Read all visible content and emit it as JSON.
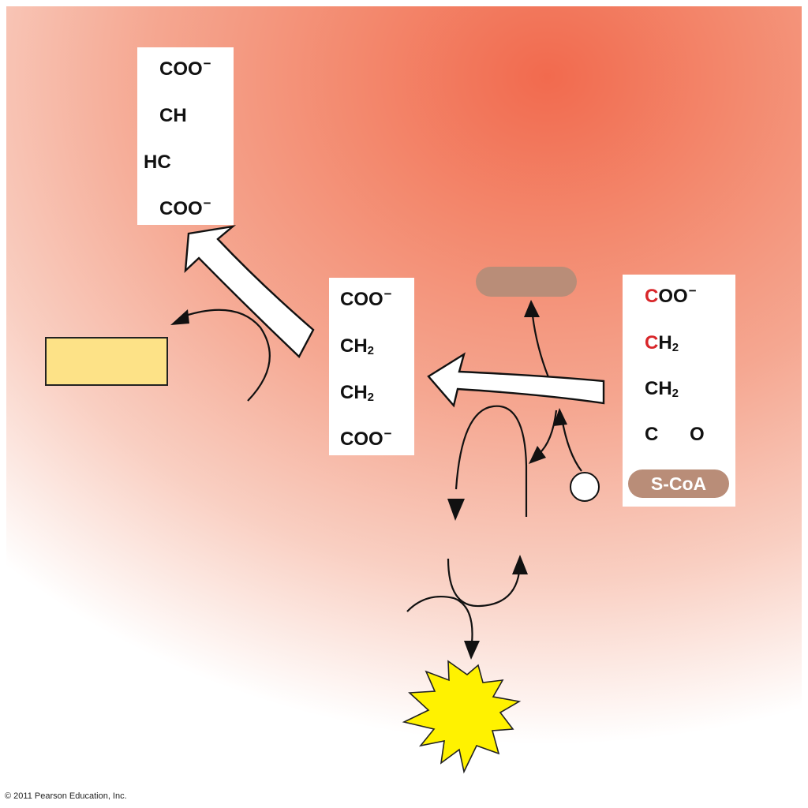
{
  "fumarate": {
    "top": "COO",
    "top_charge": "−",
    "ch": "CH",
    "hc": "HC",
    "bottom": "COO",
    "bottom_charge": "−"
  },
  "succinate": {
    "top": "COO",
    "top_charge": "−",
    "ch2_a": "CH",
    "ch2_a_sub": "2",
    "ch2_b": "CH",
    "ch2_b_sub": "2",
    "bottom": "COO",
    "bottom_charge": "−"
  },
  "succinyl_coa": {
    "c1_red": "C",
    "c1_rest": "OO",
    "c1_charge": "−",
    "c2_red": "C",
    "c2_rest": "H",
    "c2_sub": "2",
    "c3": "CH",
    "c3_sub": "2",
    "carbonyl_c": "C",
    "carbonyl_o": "O",
    "coa": "S-CoA"
  },
  "colors": {
    "background_hot": "#f26a4e",
    "red_carbon": "#d8262a",
    "yellow_box": "#fde287",
    "brown_pill": "#b98d78",
    "star": "#fff200"
  },
  "footer": {
    "copyright": "© 2011 Pearson Education, Inc."
  }
}
